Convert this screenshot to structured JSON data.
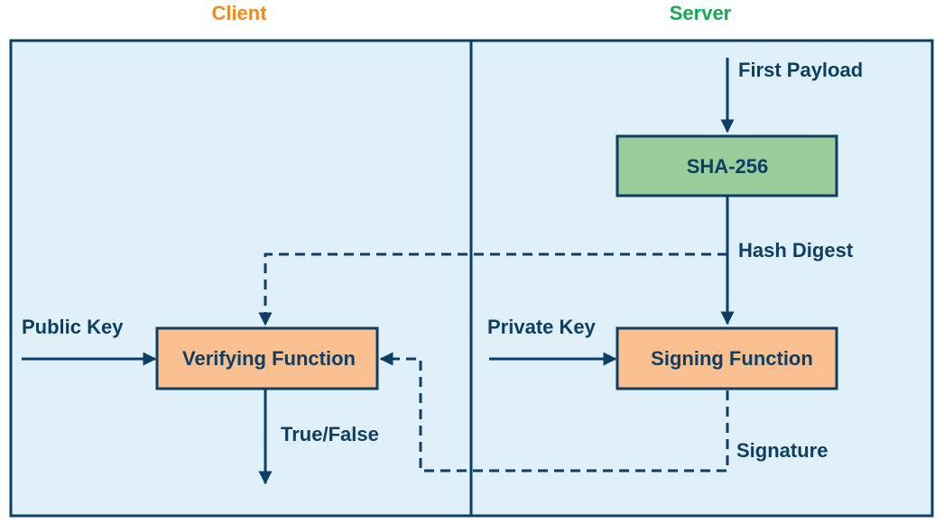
{
  "header": {
    "client_label": "Client",
    "server_label": "Server"
  },
  "boxes": {
    "sha": "SHA-256",
    "verify": "Verifying Function",
    "sign": "Signing Function"
  },
  "labels": {
    "first_payload": "First Payload",
    "hash_digest": "Hash Digest",
    "public_key": "Public Key",
    "private_key": "Private Key",
    "true_false": "True/False",
    "signature": "Signature"
  },
  "colors": {
    "client": "#f08a24",
    "server": "#1aa650",
    "navy": "#0d3f66",
    "panel_bg": "#e0f0f8",
    "sha_fill": "#9bcc9b",
    "function_fill": "#fbc08f"
  }
}
